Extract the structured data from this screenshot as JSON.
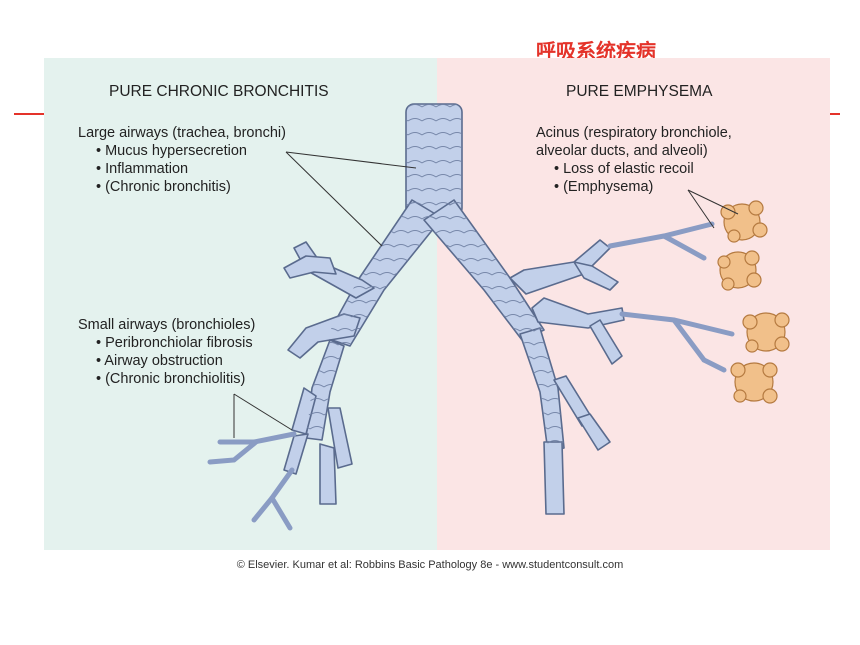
{
  "slide": {
    "title": "呼吸系统疾病"
  },
  "diagram": {
    "left_panel": {
      "heading": "PURE CHRONIC BRONCHITIS",
      "large_airways": {
        "title": "Large airways (trachea, bronchi)",
        "items": [
          "• Mucus hypersecretion",
          "• Inflammation",
          "• (Chronic bronchitis)"
        ]
      },
      "small_airways": {
        "title": "Small airways (bronchioles)",
        "items": [
          "• Peribronchiolar fibrosis",
          "• Airway obstruction",
          "• (Chronic bronchiolitis)"
        ]
      }
    },
    "right_panel": {
      "heading": "PURE EMPHYSEMA",
      "acinus": {
        "title_line1": "Acinus (respiratory bronchiole,",
        "title_line2": "alveolar ducts, and alveoli)",
        "items": [
          "• Loss of elastic recoil",
          "• (Emphysema)"
        ]
      }
    },
    "colors": {
      "left_bg": "#e4f2ee",
      "right_bg": "#fbe5e5",
      "airway_fill": "#c2d0ea",
      "airway_stroke": "#5a6b8e",
      "alveoli_fill": "#f1c08a",
      "title_red": "#e4332a"
    }
  },
  "credit": "© Elsevier. Kumar et al: Robbins Basic Pathology 8e - www.studentconsult.com"
}
